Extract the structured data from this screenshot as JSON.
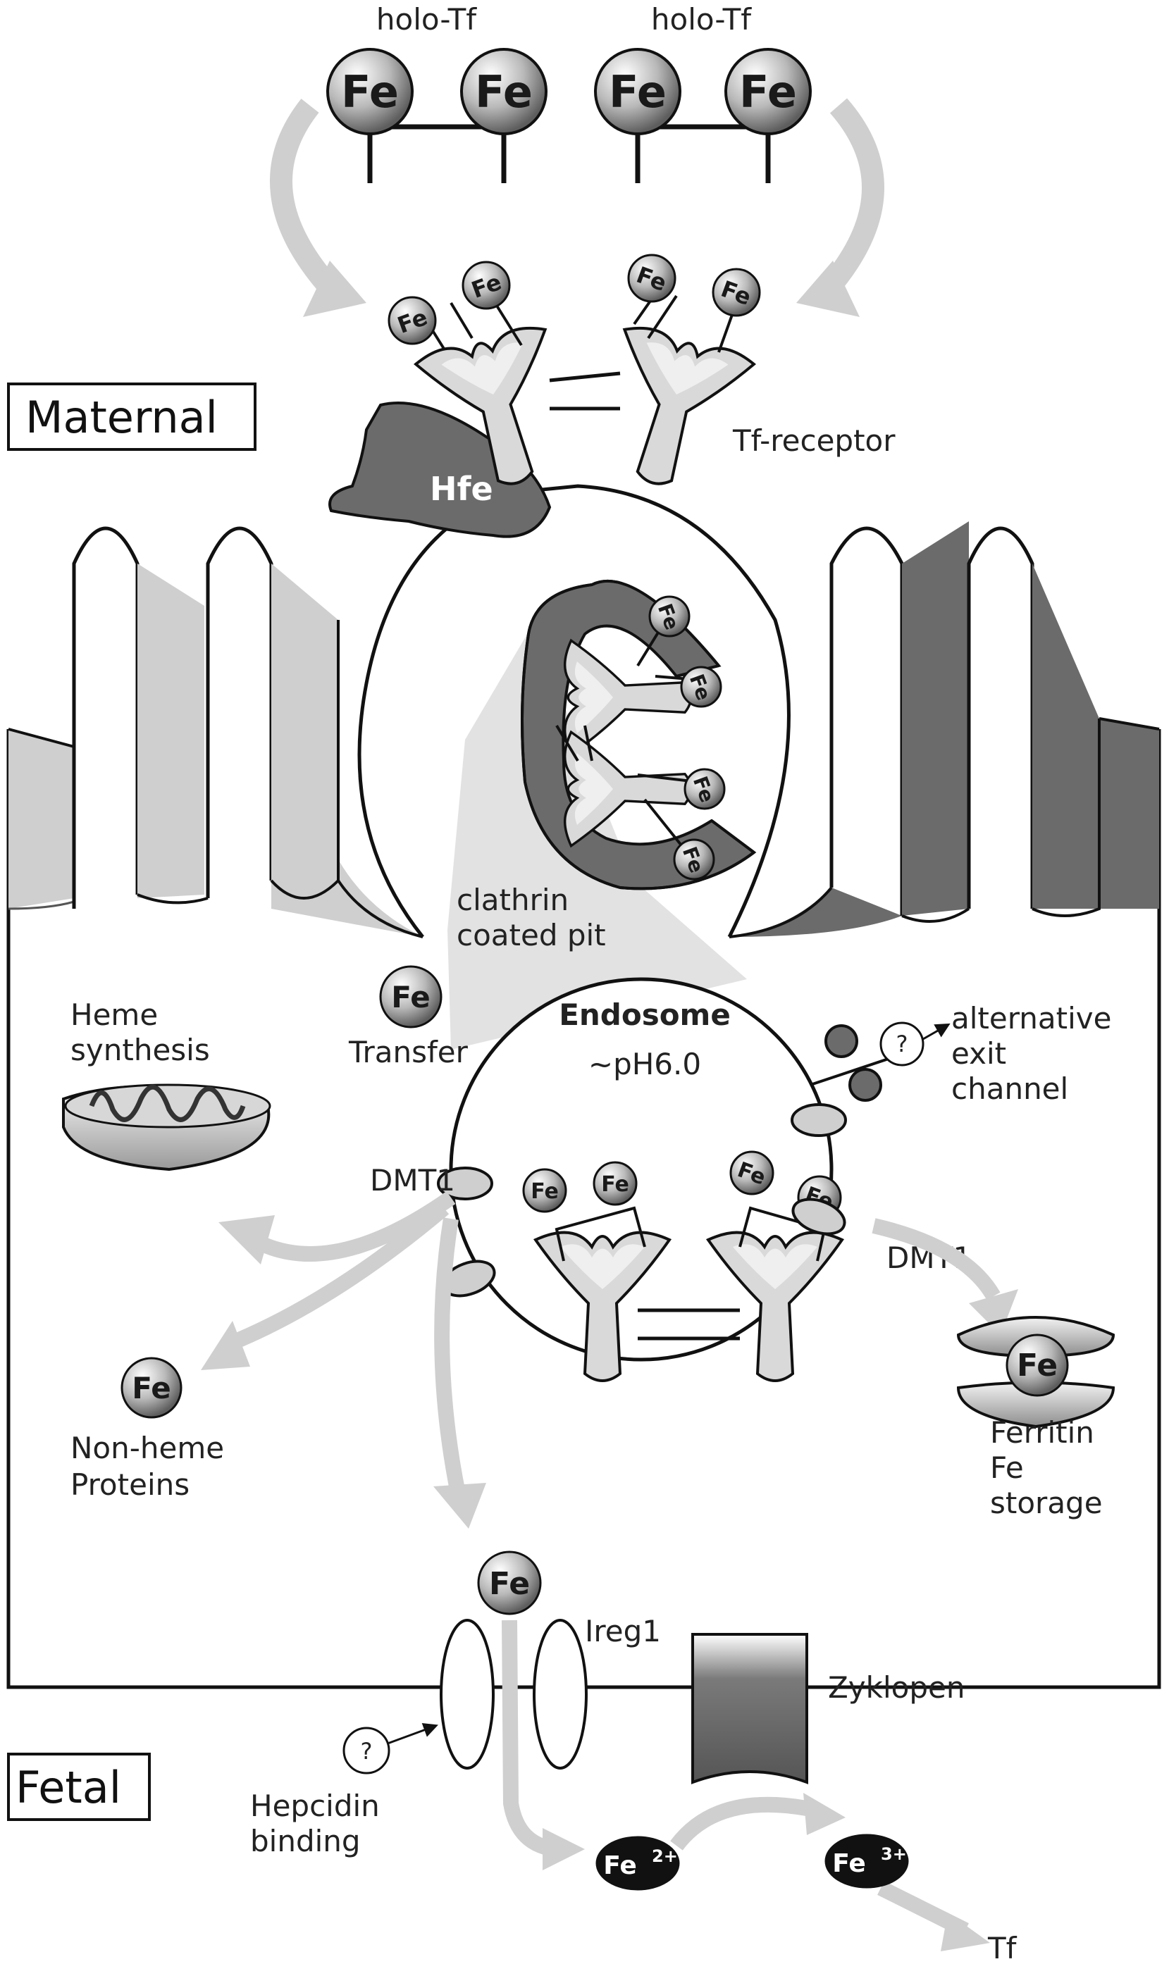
{
  "regions": {
    "maternal": "Maternal",
    "fetal": "Fetal"
  },
  "labels": {
    "holo_tf_left": "holo-Tf",
    "holo_tf_right": "holo-Tf",
    "tf_receptor": "Tf-receptor",
    "hfe": "Hfe",
    "clathrin_line1": "clathrin",
    "clathrin_line2": "coated pit",
    "endosome": "Endosome",
    "endosome_ph": "~pH6.0",
    "alt_exit_line1": "alternative",
    "alt_exit_line2": "exit",
    "alt_exit_line3": "channel",
    "heme_line1": "Heme",
    "heme_line2": "synthesis",
    "transfer": "Transfer",
    "dmt1_left": "DMT1",
    "dmt1_right": "DMT1",
    "nonheme_line1": "Non-heme",
    "nonheme_line2": "Proteins",
    "ferritin_line1": "Ferritin",
    "ferritin_line2": "Fe",
    "ferritin_line3": "storage",
    "ireg1": "Ireg1",
    "zyklopen": "Zyklopen",
    "hepcidin_line1": "Hepcidin",
    "hepcidin_line2": "binding",
    "tf_out": "Tf",
    "question": "?"
  },
  "fe": {
    "symbol": "Fe",
    "fe2_base": "Fe",
    "fe2_charge": "2+",
    "fe3_base": "Fe",
    "fe3_charge": "3+"
  },
  "colors": {
    "dark_gray": "#6b6b6b",
    "light_gray": "#d3d3d3",
    "mid_gray": "#bdbdbd",
    "ion_black": "#111111"
  }
}
